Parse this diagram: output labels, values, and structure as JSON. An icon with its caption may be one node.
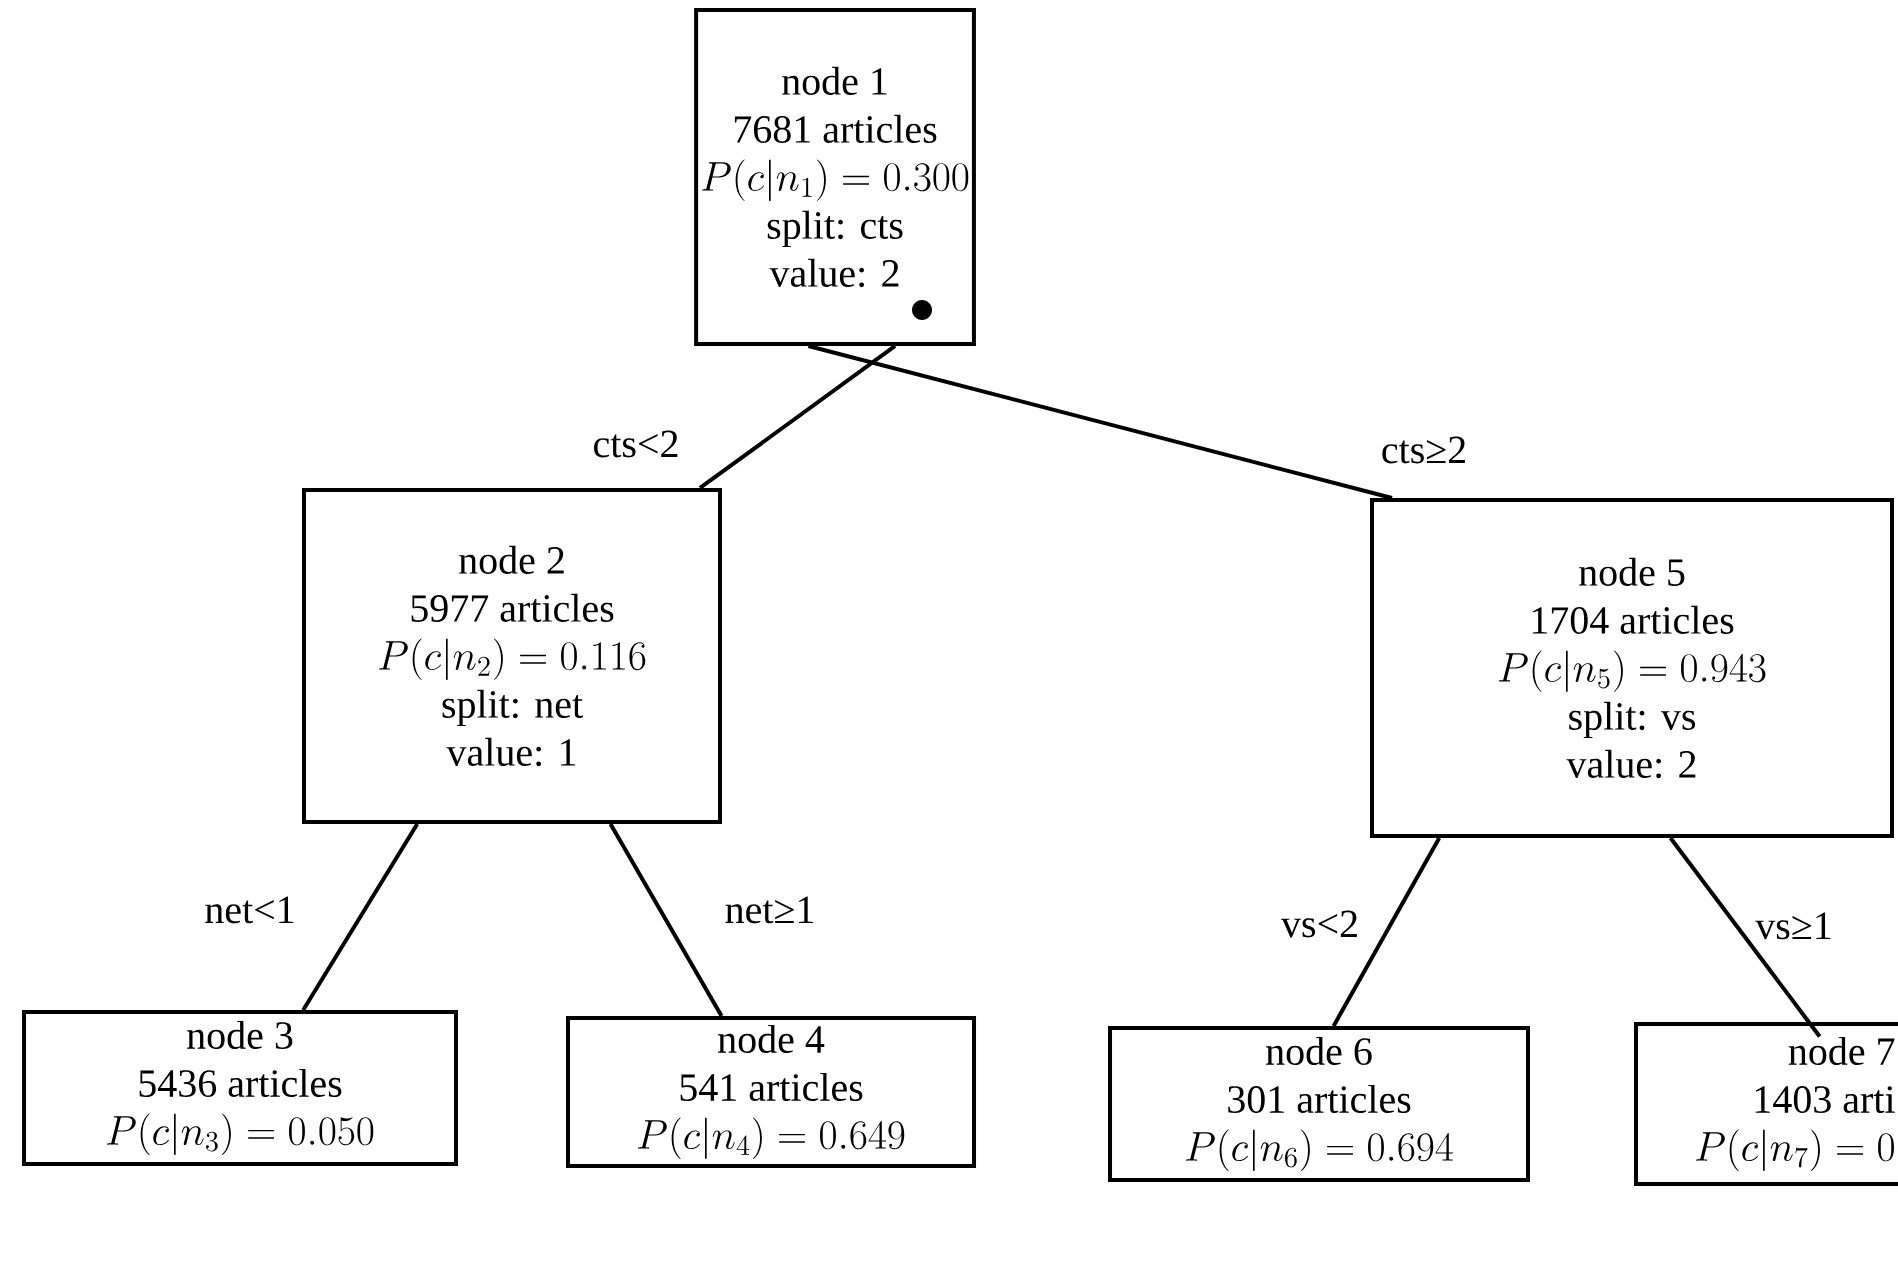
{
  "diagram": {
    "nodes": [
      {
        "text": [
          "node 1",
          "7681 articles",
          "P(c|n_1) = 0.300",
          "split: cts",
          "value: 2"
        ]
      },
      {
        "text": [
          "node 2",
          "5977 articles",
          "P(c|n_2) = 0.116",
          "split: net",
          "value: 1"
        ]
      },
      {
        "text": [
          "node 3",
          "5436 articles",
          "P(c|n_3) = 0.050"
        ]
      },
      {
        "text": [
          "node 4",
          "541 articles",
          "P(c|n_4) = 0.649"
        ]
      },
      {
        "text": [
          "node 5",
          "1704 articles",
          "P(c|n_5) = 0.943",
          "split: vs",
          "value: 2"
        ]
      },
      {
        "text": [
          "node 6",
          "301 articles",
          "P(c|n_6) = 0.694"
        ]
      },
      {
        "text": [
          "node 7",
          "1403 arti",
          "P(c|n_7) = 0"
        ]
      }
    ],
    "edges": [
      {
        "from": 0,
        "to": 1,
        "arrow": "none",
        "label": "cts<2"
      },
      {
        "from": 0,
        "to": 4,
        "arrow": "none",
        "label": "cts≥2"
      },
      {
        "from": 1,
        "to": 2,
        "arrow": "none",
        "label": "net<1"
      },
      {
        "from": 1,
        "to": 3,
        "arrow": "none",
        "label": "net≥1"
      },
      {
        "from": 4,
        "to": 5,
        "arrow": "none",
        "label": "vs<2"
      },
      {
        "from": 4,
        "to": 6,
        "arrow": "none",
        "label": "vs≥1"
      }
    ]
  }
}
